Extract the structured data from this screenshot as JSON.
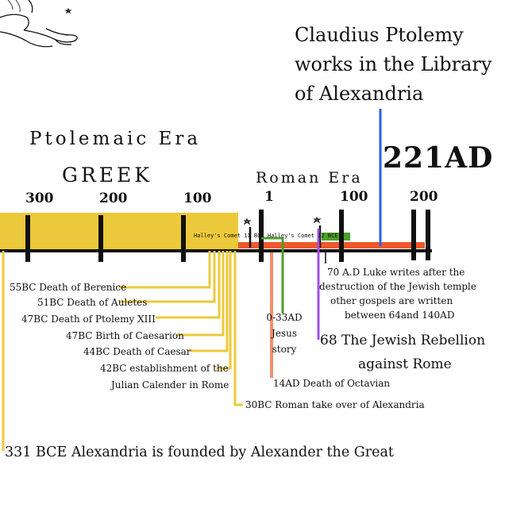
{
  "header": {
    "ptolemy_note": [
      "Claudius Ptolemy",
      "works in the Library",
      "of Alexandria"
    ],
    "year_221": "221AD"
  },
  "eras": {
    "ptolemaic": "Ptolemaic Era",
    "greek": "GREEK",
    "roman": "Roman Era"
  },
  "ticks": {
    "t300": "300",
    "t200": "200",
    "t100": "100",
    "t1": "1",
    "t100ad": "100",
    "t200ad": "200"
  },
  "comets": {
    "bce": "Halley's Comet 11 BCE",
    "ad": "Halley's Comet 12 BCE"
  },
  "events": {
    "berenice": "55BC Death of Berenice",
    "auletes": "51BC Death of Auletes",
    "ptolemy13": "47BC Death of Ptolemy XIII",
    "caesarion": "47BC Birth of Caesarion",
    "caesar": "44BC Death of Caesar",
    "julian1": "42BC establishment of the",
    "julian2": "Julian Calender in Rome",
    "roman_takeover": "30BC Roman take over of Alexandria",
    "alexandria": "331 BCE Alexandria is founded by Alexander the Great",
    "jesus1": "0-33AD",
    "jesus2": "Jesus",
    "jesus3": "story",
    "octavian": "14AD Death of Octavian",
    "luke1": "70 A.D Luke writes after the",
    "luke2": "destruction of the Jewish temple",
    "luke3": "other gospels are written",
    "luke4": "between 64and 140AD",
    "rebellion1": "68 The Jewish Rebellion",
    "rebellion2": "against Rome"
  },
  "colors": {
    "ptolemaic_band": "#ecc93a",
    "roman_band": "#f0582c",
    "green_band": "#4c9e2a",
    "ptolemy_line": "#2f5de8",
    "rebellion_line": "#a050e8",
    "octavian_line": "#f0906e",
    "event_lines": "#ecc93a",
    "axis": "#111111"
  }
}
